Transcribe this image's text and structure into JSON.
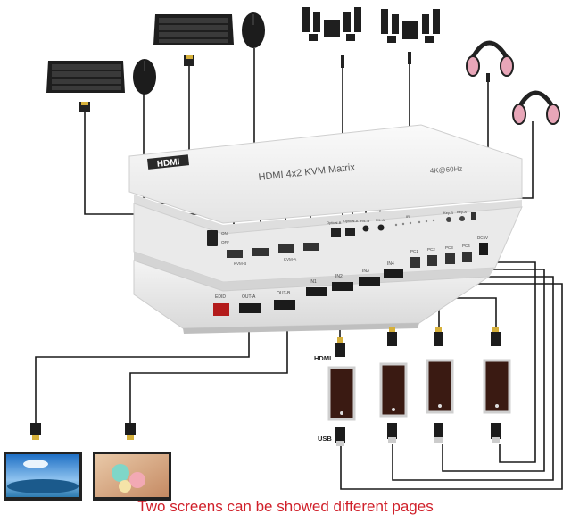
{
  "device": {
    "brand_logo": "HDMI",
    "model_title": "HDMI 4x2 KVM Matrix",
    "resolution_badge": "4K@60Hz",
    "power_on": "ON",
    "power_off": "OFF",
    "kvm_b_label": "KVM-B",
    "kvm_a_label": "KVM-A",
    "optical_b": "Optical-B",
    "optical_a": "Optical-A",
    "r_l_b": "R/L-B",
    "r_l_a": "R/L-A",
    "ir_label": "IR",
    "key_b": "Key-B",
    "key_a": "Key-A",
    "edid": "EDID",
    "out_a": "OUT-A",
    "out_b": "OUT-B",
    "in1": "IN1",
    "in2": "IN2",
    "in3": "IN3",
    "in4": "IN4",
    "pc1": "PC1",
    "pc2": "PC2",
    "pc3": "PC3",
    "pc4": "PC4",
    "dc": "DC5V"
  },
  "cable_labels": {
    "hdmi": "HDMI",
    "usb": "USB"
  },
  "caption": "Two screens can be showed different pages",
  "colors": {
    "caption": "#d0202a",
    "device_body": "#f2f2f2",
    "cable": "#1a1a1a",
    "headphone_pink": "#e8a6b8"
  },
  "icons": [
    "keyboard-icon",
    "mouse-icon",
    "speaker-set-icon",
    "headphones-icon",
    "monitor-icon",
    "pc-box-icon"
  ]
}
